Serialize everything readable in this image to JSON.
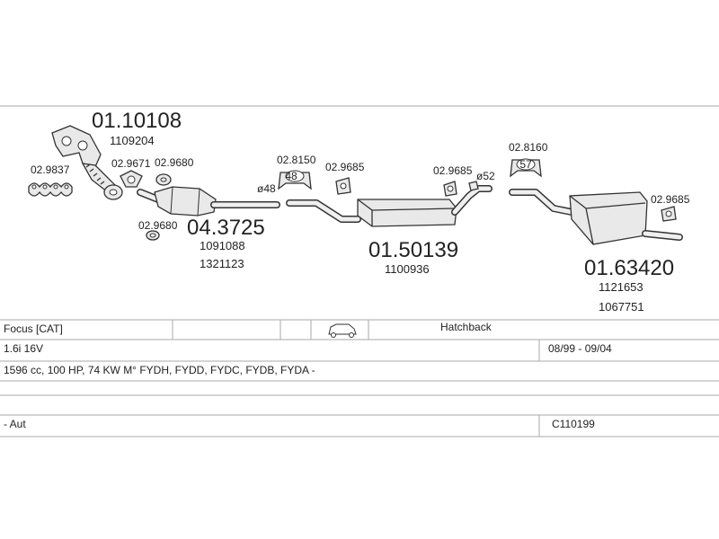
{
  "parts": {
    "manifold": {
      "number": "01.10108",
      "oe": "1109204"
    },
    "gasket_a": {
      "number": "02.9837"
    },
    "gasket_b": {
      "number": "02.9671"
    },
    "gasket_c": {
      "number": "02.9680"
    },
    "gasket_d": {
      "number": "02.9680"
    },
    "catalyst": {
      "number": "04.3725",
      "oe1": "1091088",
      "oe2": "1321123"
    },
    "clamp_48": {
      "number": "02.8150",
      "diameter": "ø48"
    },
    "hanger_1": {
      "number": "02.9685"
    },
    "middle_silencer": {
      "number": "01.50139",
      "oe": "1100936"
    },
    "hanger_2": {
      "number": "02.9685"
    },
    "clamp_52": {
      "number": "02.8160",
      "diameter": "ø52"
    },
    "rear_silencer": {
      "number": "01.63420",
      "oe1": "1121653",
      "oe2": "1067751"
    },
    "hanger_3": {
      "number": "02.9685"
    }
  },
  "clamp_labels": {
    "c48": "48",
    "c52": "57"
  },
  "table": {
    "model": "Focus  [CAT]",
    "body": "Hatchback",
    "car_icon": "car-icon",
    "engine": "1.6i 16V",
    "years": "08/99 - 09/04",
    "spec": "1596 cc, 100 HP, 74 KW M° FYDH, FYDD, FYDC, FYDB, FYDA -",
    "transmission": "- Aut",
    "code": "C110199"
  }
}
